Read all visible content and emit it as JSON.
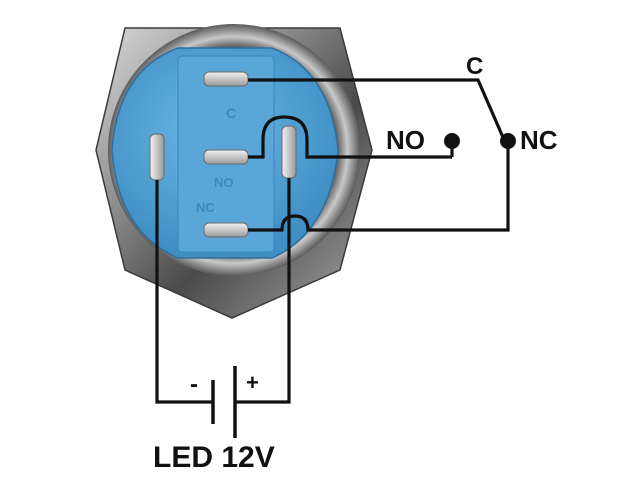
{
  "labels": {
    "common": "C",
    "normally_open": "NO",
    "normally_closed": "NC",
    "battery_minus": "-",
    "battery_plus": "+",
    "caption": "LED 12V"
  },
  "pin_markings": {
    "c": "C",
    "no": "NO",
    "nc": "NC"
  },
  "colors": {
    "wire": "#111111",
    "switch_body": "#58a8dc",
    "metal_housing": "#8a8a8a",
    "pin": "#d8d8d8"
  }
}
